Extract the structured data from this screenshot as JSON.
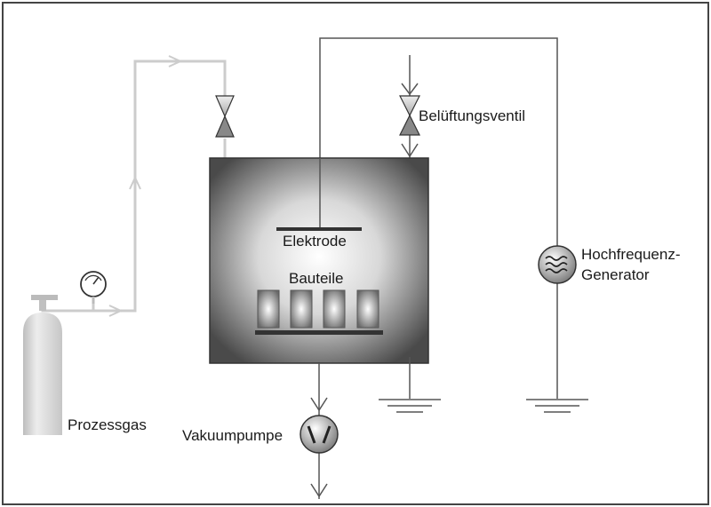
{
  "labels": {
    "electrode": "Elektrode",
    "parts": "Bauteile",
    "vent_valve": "Belüftungsventil",
    "hf_generator": "Hochfrequenz-\nGenerator",
    "vacuum_pump": "Vakuumpumpe",
    "process_gas": "Prozessgas"
  },
  "colors": {
    "line": "#555555",
    "gas_line": "#cccccc",
    "chamber_edge": "#4a4a4a",
    "chamber_center": "#ffffff"
  },
  "icons": {
    "valve": "bowtie-valve-icon",
    "generator": "sine-waves-icon",
    "pump": "vacuum-pump-icon",
    "gauge": "pressure-gauge-icon",
    "ground": "ground-icon",
    "cylinder": "gas-cylinder-icon"
  }
}
